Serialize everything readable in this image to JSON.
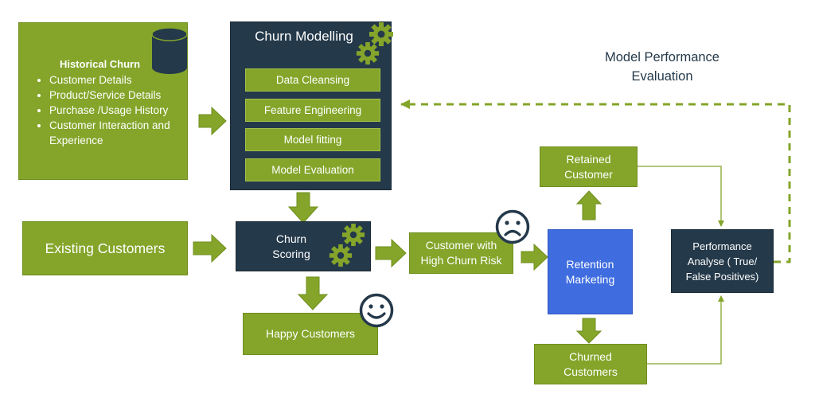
{
  "historical": {
    "title": "Historical Churn",
    "items": [
      "Customer Details",
      "Product/Service Details",
      "Purchase /Usage History",
      "Customer Interaction and Experience"
    ]
  },
  "modelling": {
    "title": "Churn Modelling",
    "steps": [
      "Data Cleansing",
      "Feature Engineering",
      "Model fitting",
      "Model Evaluation"
    ]
  },
  "existing": "Existing Customers",
  "scoring": {
    "line1": "Churn",
    "line2": "Scoring"
  },
  "happy": "Happy Customers",
  "high_risk": {
    "line1": "Customer with",
    "line2": "High Churn Risk"
  },
  "retention": {
    "line1": "Retention",
    "line2": "Marketing"
  },
  "retained": {
    "line1": "Retained",
    "line2": "Customer"
  },
  "churned": {
    "line1": "Churned",
    "line2": "Customers"
  },
  "performance": {
    "line1": "Performance",
    "line2": "Analyse ( True/",
    "line3": "False Positives)"
  },
  "evaluation": {
    "line1": "Model Performance",
    "line2": "Evaluation"
  },
  "colors": {
    "green": "#84a52a",
    "navy": "#24394a",
    "blue": "#3f6de0",
    "dashed": "#84a52a"
  },
  "icons": [
    "database-icon",
    "gear-icon",
    "sad-face-icon",
    "smiley-face-icon"
  ]
}
